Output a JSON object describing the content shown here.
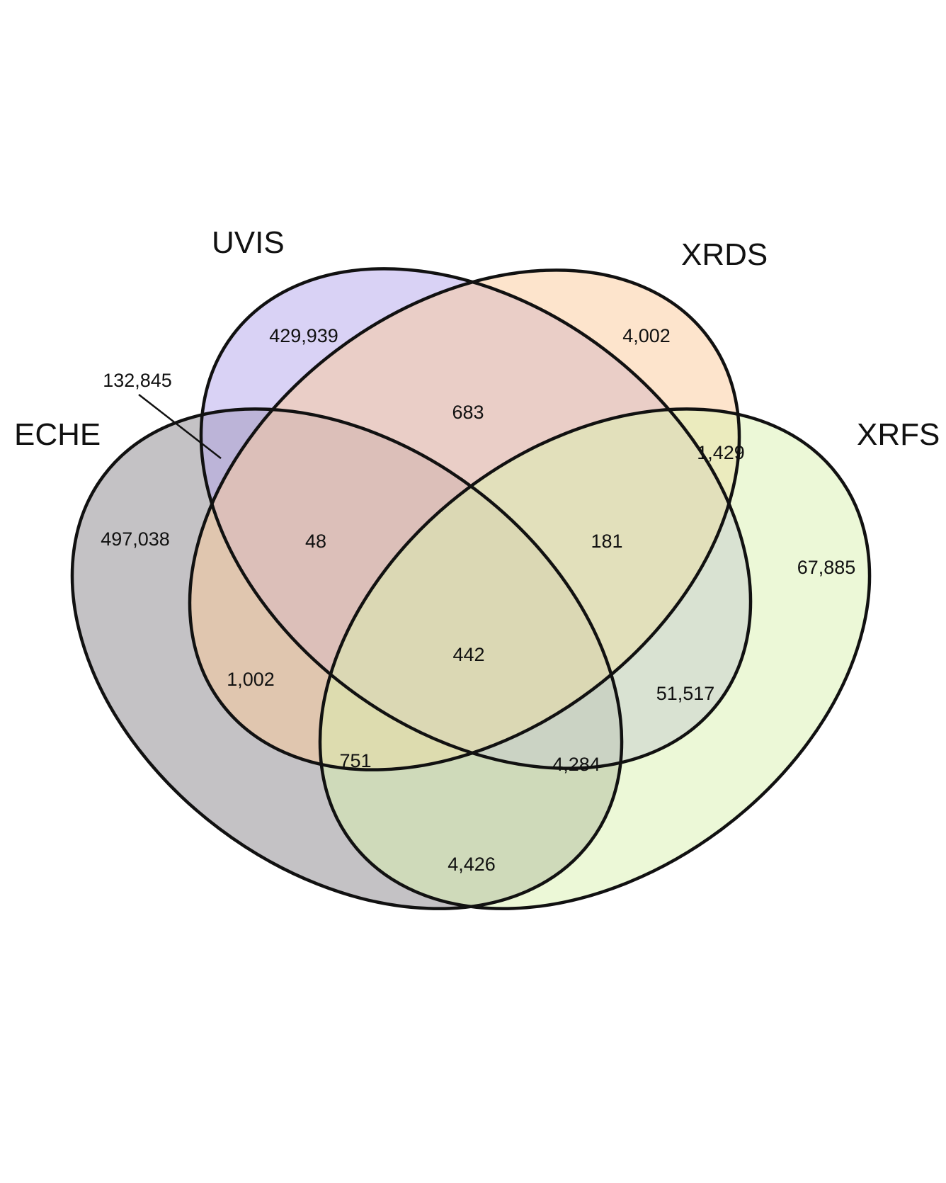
{
  "sets": [
    {
      "id": "ECHE",
      "label": "ECHE",
      "color": "#8a858b"
    },
    {
      "id": "UVIS",
      "label": "UVIS",
      "color": "#b4a6ec"
    },
    {
      "id": "XRDS",
      "label": "XRDS",
      "color": "#fcc99a"
    },
    {
      "id": "XRFS",
      "label": "XRFS",
      "color": "#d9f2b0"
    }
  ],
  "regions": [
    {
      "sets": [
        "UVIS"
      ],
      "value": "429,939"
    },
    {
      "sets": [
        "XRDS"
      ],
      "value": "4,002"
    },
    {
      "sets": [
        "ECHE"
      ],
      "value": "497,038"
    },
    {
      "sets": [
        "XRFS"
      ],
      "value": "67,885"
    },
    {
      "sets": [
        "ECHE",
        "UVIS"
      ],
      "value": "132,845"
    },
    {
      "sets": [
        "UVIS",
        "XRDS"
      ],
      "value": "683"
    },
    {
      "sets": [
        "XRDS",
        "XRFS"
      ],
      "value": "1,429"
    },
    {
      "sets": [
        "ECHE",
        "UVIS",
        "XRDS"
      ],
      "value": "48"
    },
    {
      "sets": [
        "UVIS",
        "XRDS",
        "XRFS"
      ],
      "value": "181"
    },
    {
      "sets": [
        "ECHE",
        "UVIS",
        "XRDS",
        "XRFS"
      ],
      "value": "442"
    },
    {
      "sets": [
        "ECHE",
        "XRDS"
      ],
      "value": "1,002"
    },
    {
      "sets": [
        "UVIS",
        "XRFS"
      ],
      "value": "51,517"
    },
    {
      "sets": [
        "ECHE",
        "XRDS",
        "XRFS"
      ],
      "value": "751"
    },
    {
      "sets": [
        "ECHE",
        "UVIS",
        "XRFS"
      ],
      "value": "4,284"
    },
    {
      "sets": [
        "ECHE",
        "XRFS"
      ],
      "value": "4,426"
    }
  ]
}
